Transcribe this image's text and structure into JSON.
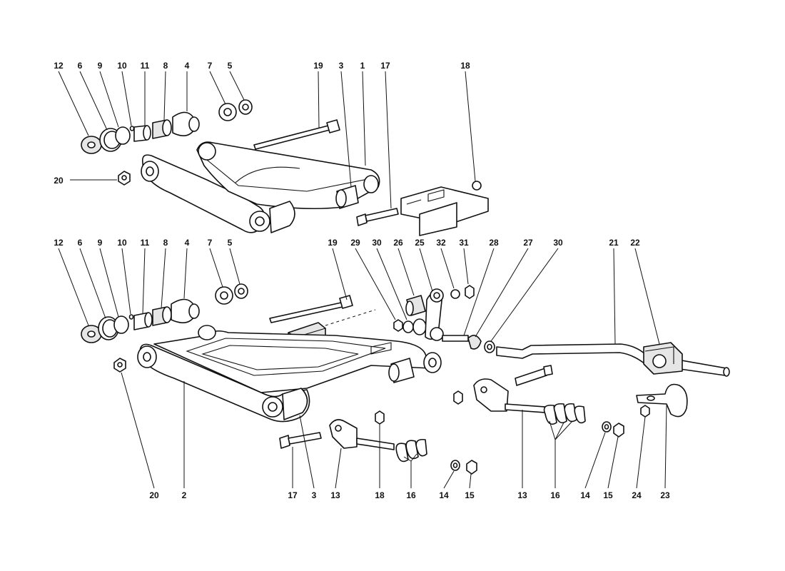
{
  "callouts": {
    "top": [
      {
        "id": "c-top-12",
        "label": "12"
      },
      {
        "id": "c-top-6",
        "label": "6"
      },
      {
        "id": "c-top-9",
        "label": "9"
      },
      {
        "id": "c-top-10",
        "label": "10"
      },
      {
        "id": "c-top-11",
        "label": "11"
      },
      {
        "id": "c-top-8",
        "label": "8"
      },
      {
        "id": "c-top-4",
        "label": "4"
      },
      {
        "id": "c-top-7",
        "label": "7"
      },
      {
        "id": "c-top-5",
        "label": "5"
      },
      {
        "id": "c-top-19",
        "label": "19"
      },
      {
        "id": "c-top-3",
        "label": "3"
      },
      {
        "id": "c-top-1",
        "label": "1"
      },
      {
        "id": "c-top-17",
        "label": "17"
      },
      {
        "id": "c-top-18",
        "label": "18"
      },
      {
        "id": "c-top-20",
        "label": "20"
      }
    ],
    "middle": [
      {
        "id": "c-mid-12",
        "label": "12"
      },
      {
        "id": "c-mid-6",
        "label": "6"
      },
      {
        "id": "c-mid-9",
        "label": "9"
      },
      {
        "id": "c-mid-10",
        "label": "10"
      },
      {
        "id": "c-mid-11",
        "label": "11"
      },
      {
        "id": "c-mid-8",
        "label": "8"
      },
      {
        "id": "c-mid-4",
        "label": "4"
      },
      {
        "id": "c-mid-7",
        "label": "7"
      },
      {
        "id": "c-mid-5",
        "label": "5"
      },
      {
        "id": "c-mid-19",
        "label": "19"
      },
      {
        "id": "c-mid-29",
        "label": "29"
      },
      {
        "id": "c-mid-30a",
        "label": "30"
      },
      {
        "id": "c-mid-26",
        "label": "26"
      },
      {
        "id": "c-mid-25",
        "label": "25"
      },
      {
        "id": "c-mid-32",
        "label": "32"
      },
      {
        "id": "c-mid-31",
        "label": "31"
      },
      {
        "id": "c-mid-28",
        "label": "28"
      },
      {
        "id": "c-mid-27",
        "label": "27"
      },
      {
        "id": "c-mid-30b",
        "label": "30"
      },
      {
        "id": "c-mid-21",
        "label": "21"
      },
      {
        "id": "c-mid-22",
        "label": "22"
      }
    ],
    "bottom": [
      {
        "id": "c-bot-20",
        "label": "20"
      },
      {
        "id": "c-bot-2",
        "label": "2"
      },
      {
        "id": "c-bot-17",
        "label": "17"
      },
      {
        "id": "c-bot-3",
        "label": "3"
      },
      {
        "id": "c-bot-13a",
        "label": "13"
      },
      {
        "id": "c-bot-18",
        "label": "18"
      },
      {
        "id": "c-bot-16a",
        "label": "16"
      },
      {
        "id": "c-bot-14a",
        "label": "14"
      },
      {
        "id": "c-bot-15a",
        "label": "15"
      },
      {
        "id": "c-bot-13b",
        "label": "13"
      },
      {
        "id": "c-bot-16b",
        "label": "16"
      },
      {
        "id": "c-bot-14b",
        "label": "14"
      },
      {
        "id": "c-bot-15b",
        "label": "15"
      },
      {
        "id": "c-bot-24",
        "label": "24"
      },
      {
        "id": "c-bot-23",
        "label": "23"
      }
    ]
  }
}
